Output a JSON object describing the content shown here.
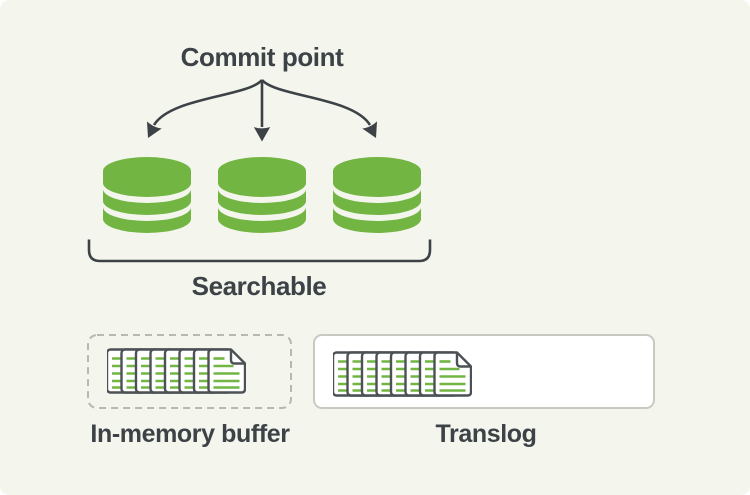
{
  "diagram": {
    "commit_point_label": "Commit point",
    "searchable_label": "Searchable",
    "in_memory_buffer_label": "In-memory buffer",
    "translog_label": "Translog",
    "segment_count": 3,
    "buffer_document_pages": 8,
    "translog_document_pages": 8
  },
  "icons": {
    "segment": "database-cylinder-icon",
    "buffer_documents": "document-stack-icon",
    "translog_documents": "document-stack-icon"
  },
  "colors": {
    "bg": "#f4f6ee",
    "ink": "#3d4247",
    "green": "#72b543",
    "page_stroke": "#4c5156",
    "dashed_border": "#b5b9af",
    "box_border": "#c7cac1",
    "white": "#ffffff"
  }
}
